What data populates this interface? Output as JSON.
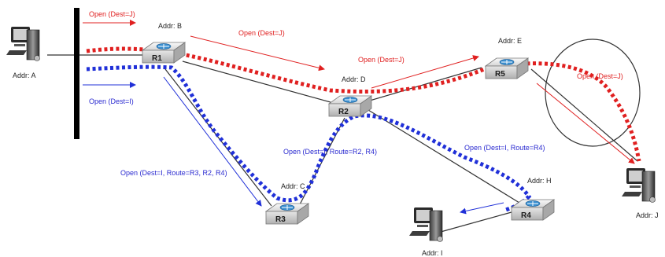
{
  "colors": {
    "red_path": "#e02020",
    "blue_path": "#2030d8",
    "link": "#333333",
    "bus": "#000000"
  },
  "hosts": [
    {
      "id": "A",
      "label": "Addr: A",
      "icon": "computer-icon"
    },
    {
      "id": "I",
      "label": "Addr: I",
      "icon": "computer-icon"
    },
    {
      "id": "J",
      "label": "Addr: J",
      "icon": "computer-icon"
    }
  ],
  "routers": [
    {
      "id": "R1",
      "name": "R1",
      "addr": "Addr: B",
      "icon": "router-icon"
    },
    {
      "id": "R2",
      "name": "R2",
      "addr": "Addr: D",
      "icon": "router-icon"
    },
    {
      "id": "R3",
      "name": "R3",
      "addr": "Addr: C",
      "icon": "router-icon"
    },
    {
      "id": "R4",
      "name": "R4",
      "addr": "Addr: H",
      "icon": "router-icon"
    },
    {
      "id": "R5",
      "name": "R5",
      "addr": "Addr: E",
      "icon": "router-icon"
    }
  ],
  "messages": {
    "red_1": "Open (Dest=J)",
    "red_2": "Open (Dest=J)",
    "red_3": "Open (Dest=J)",
    "red_4": "Open (Dest=J)",
    "blue_1": "Open (Dest=I)",
    "blue_2": "Open (Dest=I, Route=R3, R2, R4)",
    "blue_3": "Open (Dest=I, Route=R2, R4)",
    "blue_4": "Open (Dest=I, Route=R4)"
  }
}
